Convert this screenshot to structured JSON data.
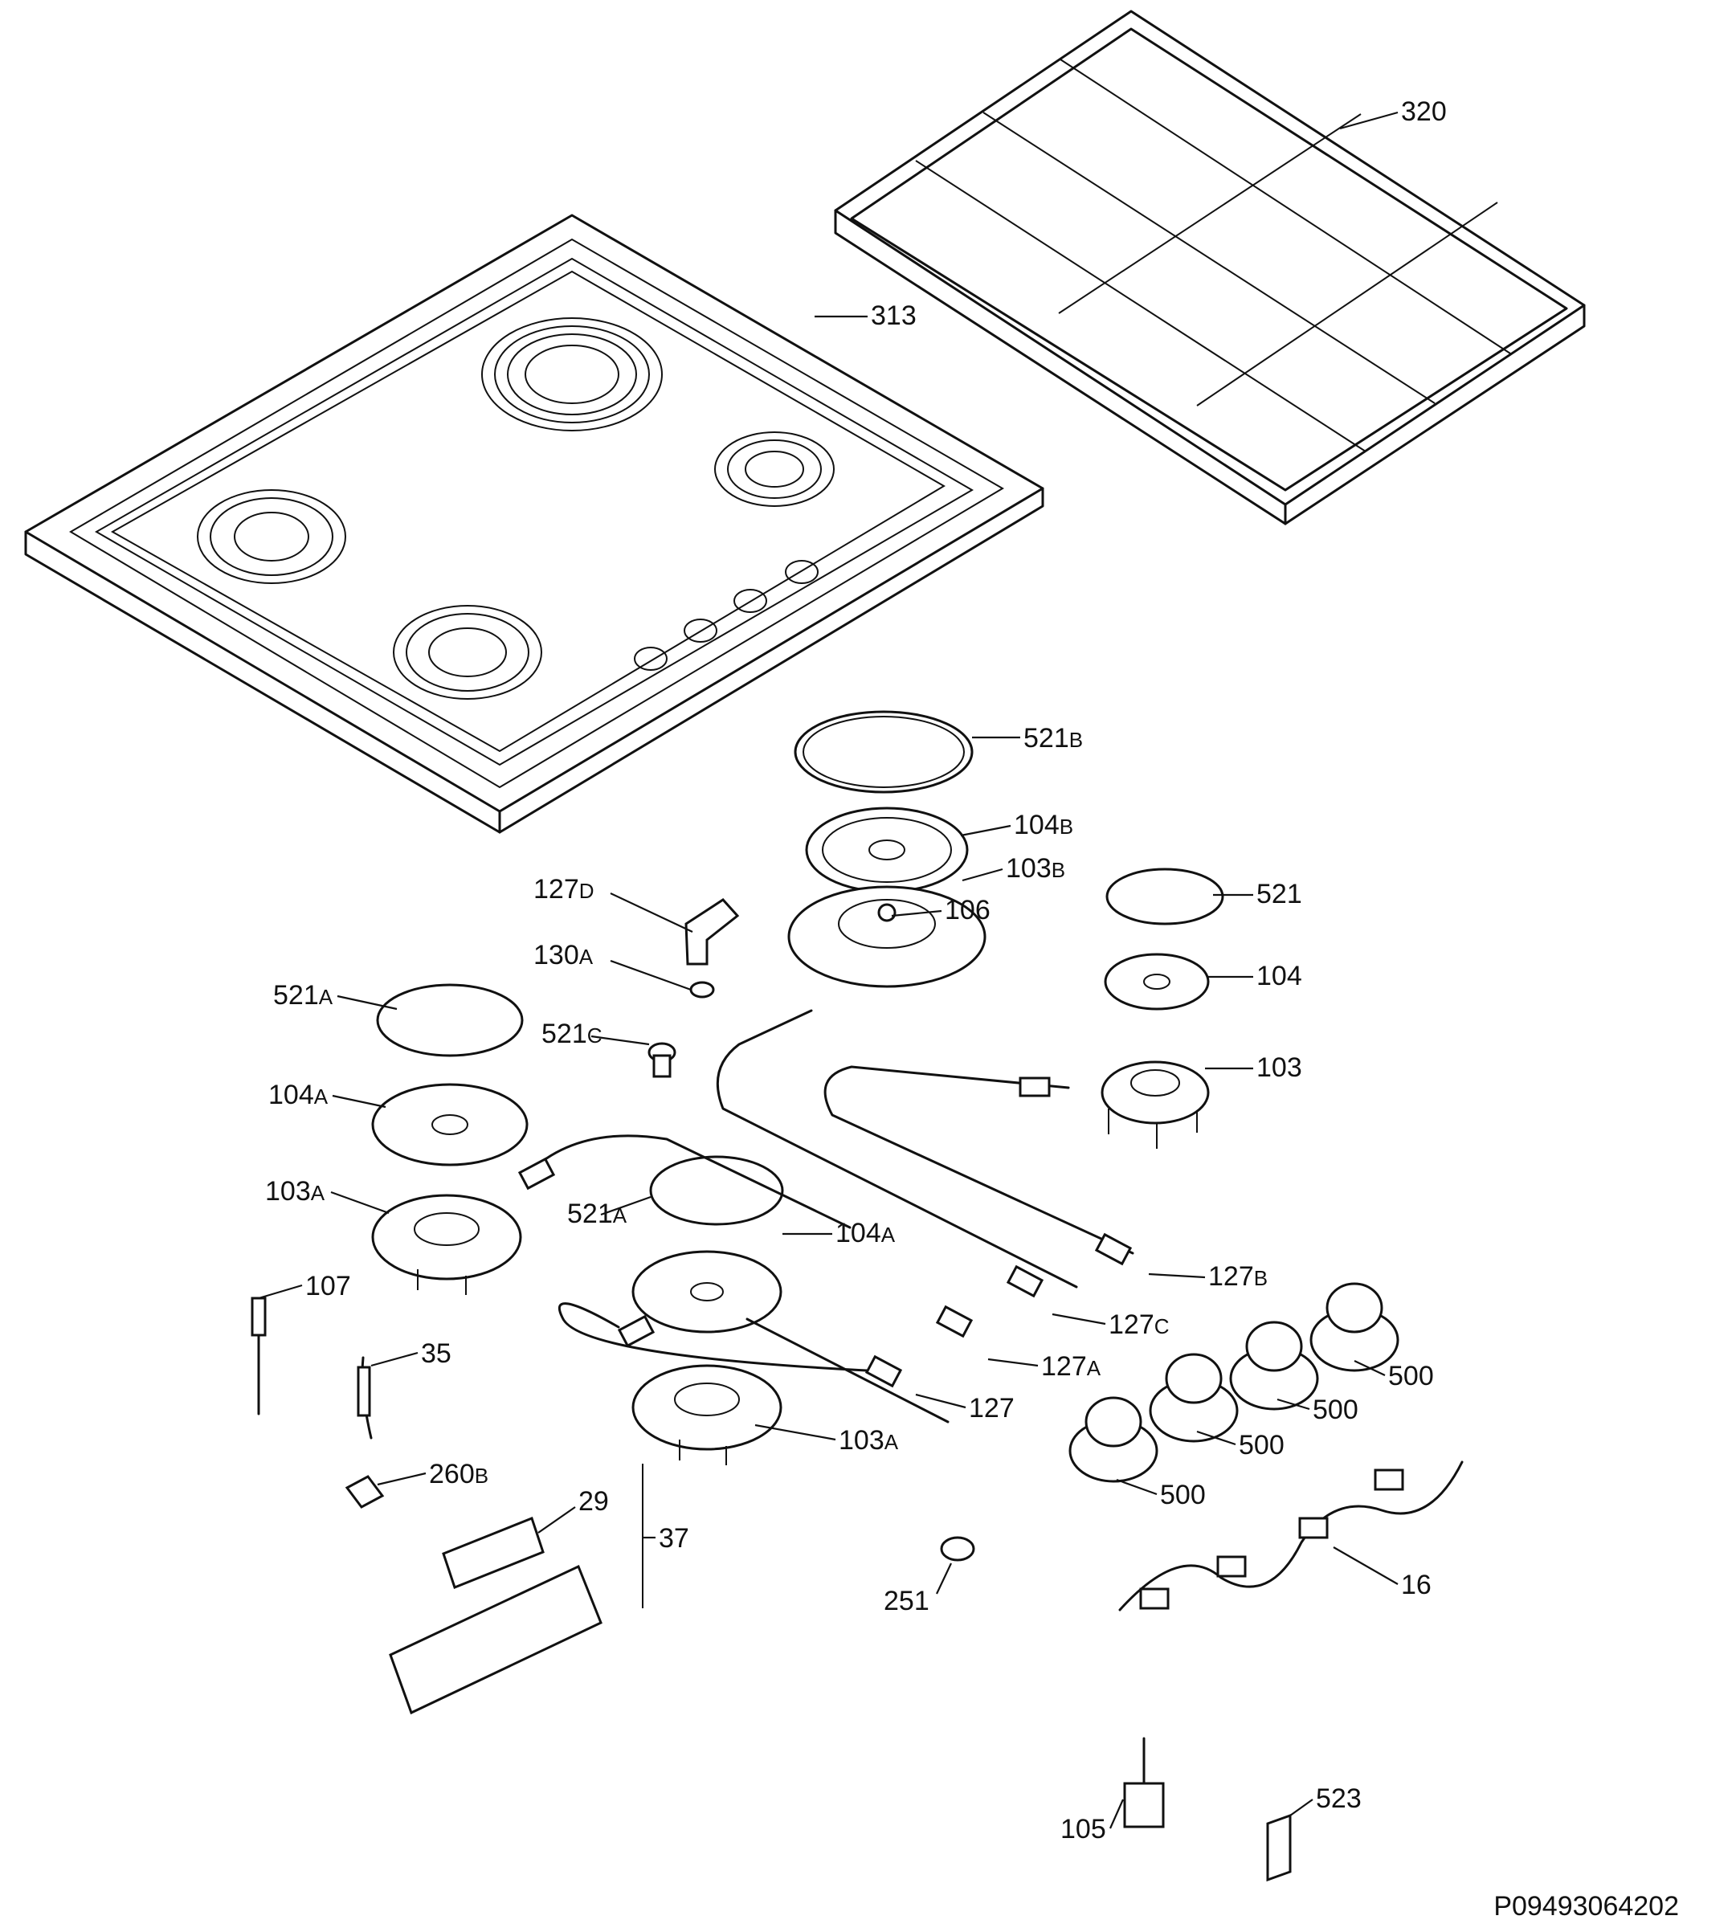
{
  "diagram": {
    "reference": "P09493064202",
    "parts": [
      {
        "id": "p313",
        "num": "313",
        "sub": ""
      },
      {
        "id": "p320",
        "num": "320",
        "sub": ""
      },
      {
        "id": "p521b",
        "num": "521",
        "sub": "B"
      },
      {
        "id": "p104b",
        "num": "104",
        "sub": "B"
      },
      {
        "id": "p103b",
        "num": "103",
        "sub": "B"
      },
      {
        "id": "p106",
        "num": "106",
        "sub": ""
      },
      {
        "id": "p127d",
        "num": "127",
        "sub": "D"
      },
      {
        "id": "p130a",
        "num": "130",
        "sub": "A"
      },
      {
        "id": "p521",
        "num": "521",
        "sub": ""
      },
      {
        "id": "p104",
        "num": "104",
        "sub": ""
      },
      {
        "id": "p103",
        "num": "103",
        "sub": ""
      },
      {
        "id": "p521a1",
        "num": "521",
        "sub": "A"
      },
      {
        "id": "p521c",
        "num": "521",
        "sub": "C"
      },
      {
        "id": "p104a1",
        "num": "104",
        "sub": "A"
      },
      {
        "id": "p103a1",
        "num": "103",
        "sub": "A"
      },
      {
        "id": "p521a2",
        "num": "521",
        "sub": "A"
      },
      {
        "id": "p104a2",
        "num": "104",
        "sub": "A"
      },
      {
        "id": "p127b",
        "num": "127",
        "sub": "B"
      },
      {
        "id": "p127c",
        "num": "127",
        "sub": "C"
      },
      {
        "id": "p127a",
        "num": "127",
        "sub": "A"
      },
      {
        "id": "p127",
        "num": "127",
        "sub": ""
      },
      {
        "id": "p103a2",
        "num": "103",
        "sub": "A"
      },
      {
        "id": "p107",
        "num": "107",
        "sub": ""
      },
      {
        "id": "p35",
        "num": "35",
        "sub": ""
      },
      {
        "id": "p260b",
        "num": "260",
        "sub": "B"
      },
      {
        "id": "p29",
        "num": "29",
        "sub": ""
      },
      {
        "id": "p37",
        "num": "37",
        "sub": ""
      },
      {
        "id": "p500a",
        "num": "500",
        "sub": ""
      },
      {
        "id": "p500b",
        "num": "500",
        "sub": ""
      },
      {
        "id": "p500c",
        "num": "500",
        "sub": ""
      },
      {
        "id": "p500d",
        "num": "500",
        "sub": ""
      },
      {
        "id": "p16",
        "num": "16",
        "sub": ""
      },
      {
        "id": "p251",
        "num": "251",
        "sub": ""
      },
      {
        "id": "p105",
        "num": "105",
        "sub": ""
      },
      {
        "id": "p523",
        "num": "523",
        "sub": ""
      }
    ]
  }
}
